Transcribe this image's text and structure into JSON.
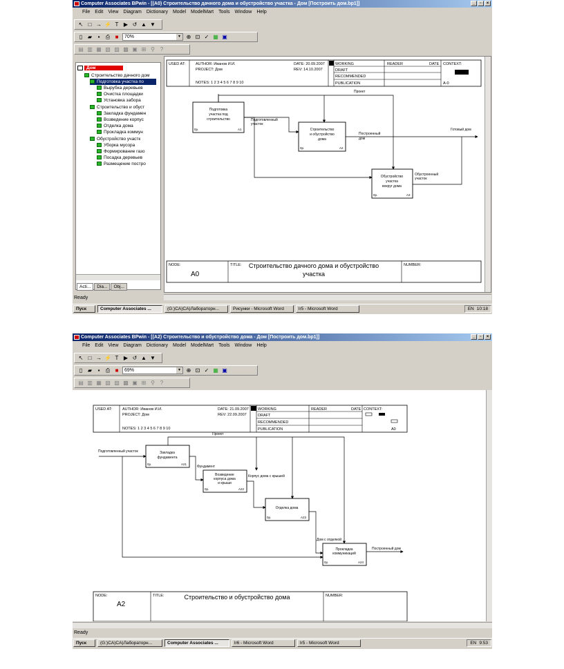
{
  "s1": {
    "title": "Computer Associates BPwin - [(A0) Строительство дачного дома и обустройство участка - Дом [Построить дом.bp1]]",
    "menus": [
      "File",
      "Edit",
      "View",
      "Diagram",
      "Dictionary",
      "Model",
      "ModelMart",
      "Tools",
      "Window",
      "Help"
    ],
    "zoom": "70%",
    "tree": {
      "root": "Дом",
      "items": [
        "Строительство дачного дом",
        "Подготовка участка по",
        "Вырубка деревьев",
        "Очистка площадки",
        "Установка забора",
        "Строительство и обуст",
        "Закладка фундамен",
        "Возведение корпус",
        "Отделка дома",
        "Прокладка коммун",
        "Обустройство участк",
        "Уборка мусора",
        "Формирование газо",
        "Посадка деревьев",
        "Размещение постро"
      ]
    },
    "tabs": [
      "Acti...",
      "Dia...",
      "Obj..."
    ],
    "header": {
      "used_at": "USED AT:",
      "author": "AUTHOR:  Иванов И.И.",
      "project": "PROJECT:  Дом",
      "date": "DATE: 20.09.2007",
      "rev": "REV:   14.10.2007",
      "notes": "NOTES:  1  2  3  4  5  6  7  8  9  10",
      "working": "WORKING",
      "draft": "DRAFT",
      "recommended": "RECOMMENDED",
      "publication": "PUBLICATION",
      "reader": "READER",
      "date2": "DATE",
      "context": "CONTEXT:",
      "ctxnode": "A-0"
    },
    "boxes": [
      {
        "name": "Подготовка участка под строительство",
        "num": "A1",
        "cost": "0р."
      },
      {
        "name": "Строительство и обустройство дома",
        "num": "A2",
        "cost": "0р."
      },
      {
        "name": "Обустройство участка вокруг дома",
        "num": "A3",
        "cost": "0р."
      }
    ],
    "arrows": {
      "project": "Проект",
      "prepared": "Подготовленный участок",
      "built": "Построенный дом",
      "ready": "Готовый дом",
      "arranged": "Обустроенный участок"
    },
    "footer": {
      "node": "NODE:",
      "node_val": "A0",
      "title": "TITLE:",
      "title_val": "Строительство дачного дома  и обустройство участка",
      "number": "NUMBER:"
    },
    "status": "Ready",
    "taskbar": {
      "start": "Пуск",
      "tasks": [
        "Computer Associates ...",
        "(G:)CA)CA)Лабораторн...",
        "Рисунки - Microsoft Word",
        "lr5 - Microsoft Word"
      ],
      "lang": "EN",
      "clock": "10:18"
    }
  },
  "s2": {
    "title": "Computer Associates BPwin - [(A2) Строительство и обустройство дома - Дом [Построить дом.bp1]]",
    "menus": [
      "File",
      "Edit",
      "View",
      "Diagram",
      "Dictionary",
      "Model",
      "ModelMart",
      "Tools",
      "Window",
      "Help"
    ],
    "zoom": "69%",
    "header": {
      "used_at": "USED AT:",
      "author": "AUTHOR:  Иванов И.И.",
      "project": "PROJECT:  Дом",
      "date": "DATE: 21.09.2007",
      "rev": "REV:   22.09.2007",
      "notes": "NOTES:  1  2  3  4  5  6  7  8  9  10",
      "working": "WORKING",
      "draft": "DRAFT",
      "recommended": "RECOMMENDED",
      "publication": "PUBLICATION",
      "reader": "READER",
      "date2": "DATE",
      "context": "CONTEXT:",
      "ctxnode": "A0"
    },
    "boxes": [
      {
        "name": "Закладка фундамента",
        "num": "A21",
        "cost": "0р."
      },
      {
        "name": "Возведение корпуса дома и крыши",
        "num": "A22",
        "cost": "0р."
      },
      {
        "name": "Отделка дома",
        "num": "A23",
        "cost": "0р."
      },
      {
        "name": "Прокладка коммуникаций",
        "num": "A24",
        "cost": "0р."
      }
    ],
    "arrows": {
      "project": "Проект",
      "prepared": "Подготовленный участок",
      "foundation": "Фундамент",
      "shell": "Корпус дома с крышей",
      "finished": "Дом с отделкой",
      "built": "Построенный дом"
    },
    "footer": {
      "node": "NODE:",
      "node_val": "A2",
      "title": "TITLE:",
      "title_val": "Строительство  и обустройство  дома",
      "number": "NUMBER:"
    },
    "status": "Ready",
    "taskbar": {
      "start": "Пуск",
      "tasks": [
        "(G:)CA)CA)Лабораторн...",
        "Computer Associates ...",
        "lr6 - Microsoft Word",
        "lr5 - Microsoft Word"
      ],
      "lang": "EN",
      "clock": "9:53"
    }
  }
}
